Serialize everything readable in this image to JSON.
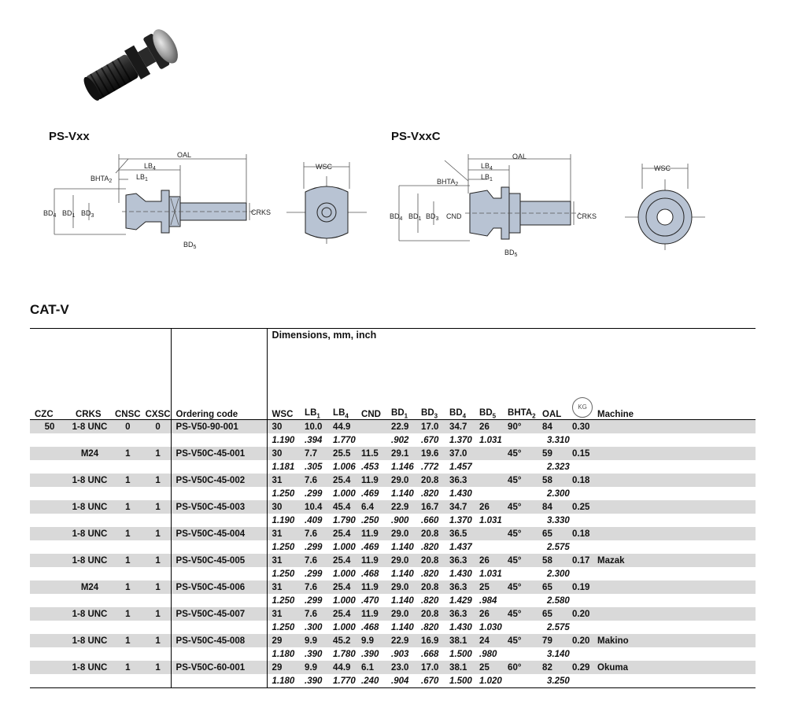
{
  "models": {
    "left": "PS-Vxx",
    "right": "PS-VxxC"
  },
  "drawing_labels": {
    "oal": "OAL",
    "lb4": "LB",
    "lb4_sub": "4",
    "lb1": "LB",
    "lb1_sub": "1",
    "bhta": "BHTA",
    "bhta_sub": "2",
    "bd4": "BD",
    "bd4_sub": "4",
    "bd1": "BD",
    "bd1_sub": "1",
    "bd3": "BD",
    "bd3_sub": "3",
    "bd5": "BD",
    "bd5_sub": "5",
    "crks": "CRKS",
    "wsc": "WSC",
    "cnd": "CND"
  },
  "section_title": "CAT-V",
  "table": {
    "dimensions_title": "Dimensions, mm, inch",
    "kg_icon": "KG",
    "headers": {
      "czc": "CZC",
      "crks": "CRKS",
      "cnsc": "CNSC",
      "cxsc": "CXSC",
      "ordering_code": "Ordering code",
      "wsc": "WSC",
      "lb1": "LB",
      "lb1_sub": "1",
      "lb4": "LB",
      "lb4_sub": "4",
      "cnd": "CND",
      "bd1": "BD",
      "bd1_sub": "1",
      "bd3": "BD",
      "bd3_sub": "3",
      "bd4": "BD",
      "bd4_sub": "4",
      "bd5": "BD",
      "bd5_sub": "5",
      "bhta": "BHTA",
      "bhta_sub": "2",
      "oal": "OAL",
      "machine": "Machine"
    },
    "rows": [
      {
        "czc": "50",
        "crks": "1-8 UNC",
        "cnsc": "0",
        "cxsc": "0",
        "code": "PS-V50-90-001",
        "mm": {
          "wsc": "30",
          "lb1": "10.0",
          "lb4": "44.9",
          "cnd": "",
          "bd1": "22.9",
          "bd3": "17.0",
          "bd4": "34.7",
          "bd5": "26",
          "bhta": "90°",
          "oal": "84",
          "kg": "0.30",
          "machine": ""
        },
        "inch": {
          "wsc": "1.190",
          "lb1": ".394",
          "lb4": "1.770",
          "cnd": "",
          "bd1": ".902",
          "bd3": ".670",
          "bd4": "1.370",
          "bd5": "1.031",
          "oal": "3.310"
        }
      },
      {
        "czc": "",
        "crks": "M24",
        "cnsc": "1",
        "cxsc": "1",
        "code": "PS-V50C-45-001",
        "mm": {
          "wsc": "30",
          "lb1": "7.7",
          "lb4": "25.5",
          "cnd": "11.5",
          "bd1": "29.1",
          "bd3": "19.6",
          "bd4": "37.0",
          "bd5": "",
          "bhta": "45°",
          "oal": "59",
          "kg": "0.15",
          "machine": ""
        },
        "inch": {
          "wsc": "1.181",
          "lb1": ".305",
          "lb4": "1.006",
          "cnd": ".453",
          "bd1": "1.146",
          "bd3": ".772",
          "bd4": "1.457",
          "bd5": "",
          "oal": "2.323"
        }
      },
      {
        "czc": "",
        "crks": "1-8 UNC",
        "cnsc": "1",
        "cxsc": "1",
        "code": "PS-V50C-45-002",
        "mm": {
          "wsc": "31",
          "lb1": "7.6",
          "lb4": "25.4",
          "cnd": "11.9",
          "bd1": "29.0",
          "bd3": "20.8",
          "bd4": "36.3",
          "bd5": "",
          "bhta": "45°",
          "oal": "58",
          "kg": "0.18",
          "machine": ""
        },
        "inch": {
          "wsc": "1.250",
          "lb1": ".299",
          "lb4": "1.000",
          "cnd": ".469",
          "bd1": "1.140",
          "bd3": ".820",
          "bd4": "1.430",
          "bd5": "",
          "oal": "2.300"
        }
      },
      {
        "czc": "",
        "crks": "1-8 UNC",
        "cnsc": "1",
        "cxsc": "1",
        "code": "PS-V50C-45-003",
        "mm": {
          "wsc": "30",
          "lb1": "10.4",
          "lb4": "45.4",
          "cnd": "6.4",
          "bd1": "22.9",
          "bd3": "16.7",
          "bd4": "34.7",
          "bd5": "26",
          "bhta": "45°",
          "oal": "84",
          "kg": "0.25",
          "machine": ""
        },
        "inch": {
          "wsc": "1.190",
          "lb1": ".409",
          "lb4": "1.790",
          "cnd": ".250",
          "bd1": ".900",
          "bd3": ".660",
          "bd4": "1.370",
          "bd5": "1.031",
          "oal": "3.330"
        }
      },
      {
        "czc": "",
        "crks": "1-8 UNC",
        "cnsc": "1",
        "cxsc": "1",
        "code": "PS-V50C-45-004",
        "mm": {
          "wsc": "31",
          "lb1": "7.6",
          "lb4": "25.4",
          "cnd": "11.9",
          "bd1": "29.0",
          "bd3": "20.8",
          "bd4": "36.5",
          "bd5": "",
          "bhta": "45°",
          "oal": "65",
          "kg": "0.18",
          "machine": ""
        },
        "inch": {
          "wsc": "1.250",
          "lb1": ".299",
          "lb4": "1.000",
          "cnd": ".469",
          "bd1": "1.140",
          "bd3": ".820",
          "bd4": "1.437",
          "bd5": "",
          "oal": "2.575"
        }
      },
      {
        "czc": "",
        "crks": "1-8 UNC",
        "cnsc": "1",
        "cxsc": "1",
        "code": "PS-V50C-45-005",
        "mm": {
          "wsc": "31",
          "lb1": "7.6",
          "lb4": "25.4",
          "cnd": "11.9",
          "bd1": "29.0",
          "bd3": "20.8",
          "bd4": "36.3",
          "bd5": "26",
          "bhta": "45°",
          "oal": "58",
          "kg": "0.17",
          "machine": "Mazak"
        },
        "inch": {
          "wsc": "1.250",
          "lb1": ".299",
          "lb4": "1.000",
          "cnd": ".468",
          "bd1": "1.140",
          "bd3": ".820",
          "bd4": "1.430",
          "bd5": "1.031",
          "oal": "2.300"
        }
      },
      {
        "czc": "",
        "crks": "M24",
        "cnsc": "1",
        "cxsc": "1",
        "code": "PS-V50C-45-006",
        "mm": {
          "wsc": "31",
          "lb1": "7.6",
          "lb4": "25.4",
          "cnd": "11.9",
          "bd1": "29.0",
          "bd3": "20.8",
          "bd4": "36.3",
          "bd5": "25",
          "bhta": "45°",
          "oal": "65",
          "kg": "0.19",
          "machine": ""
        },
        "inch": {
          "wsc": "1.250",
          "lb1": ".299",
          "lb4": "1.000",
          "cnd": ".470",
          "bd1": "1.140",
          "bd3": ".820",
          "bd4": "1.429",
          "bd5": ".984",
          "oal": "2.580"
        }
      },
      {
        "czc": "",
        "crks": "1-8 UNC",
        "cnsc": "1",
        "cxsc": "1",
        "code": "PS-V50C-45-007",
        "mm": {
          "wsc": "31",
          "lb1": "7.6",
          "lb4": "25.4",
          "cnd": "11.9",
          "bd1": "29.0",
          "bd3": "20.8",
          "bd4": "36.3",
          "bd5": "26",
          "bhta": "45°",
          "oal": "65",
          "kg": "0.20",
          "machine": ""
        },
        "inch": {
          "wsc": "1.250",
          "lb1": ".300",
          "lb4": "1.000",
          "cnd": ".468",
          "bd1": "1.140",
          "bd3": ".820",
          "bd4": "1.430",
          "bd5": "1.030",
          "oal": "2.575"
        }
      },
      {
        "czc": "",
        "crks": "1-8 UNC",
        "cnsc": "1",
        "cxsc": "1",
        "code": "PS-V50C-45-008",
        "mm": {
          "wsc": "29",
          "lb1": "9.9",
          "lb4": "45.2",
          "cnd": "9.9",
          "bd1": "22.9",
          "bd3": "16.9",
          "bd4": "38.1",
          "bd5": "24",
          "bhta": "45°",
          "oal": "79",
          "kg": "0.20",
          "machine": "Makino"
        },
        "inch": {
          "wsc": "1.180",
          "lb1": ".390",
          "lb4": "1.780",
          "cnd": ".390",
          "bd1": ".903",
          "bd3": ".668",
          "bd4": "1.500",
          "bd5": ".980",
          "oal": "3.140"
        }
      },
      {
        "czc": "",
        "crks": "1-8 UNC",
        "cnsc": "1",
        "cxsc": "1",
        "code": "PS-V50C-60-001",
        "mm": {
          "wsc": "29",
          "lb1": "9.9",
          "lb4": "44.9",
          "cnd": "6.1",
          "bd1": "23.0",
          "bd3": "17.0",
          "bd4": "38.1",
          "bd5": "25",
          "bhta": "60°",
          "oal": "82",
          "kg": "0.29",
          "machine": "Okuma"
        },
        "inch": {
          "wsc": "1.180",
          "lb1": ".390",
          "lb4": "1.770",
          "cnd": ".240",
          "bd1": ".904",
          "bd3": ".670",
          "bd4": "1.500",
          "bd5": "1.020",
          "oal": "3.250"
        }
      }
    ]
  }
}
